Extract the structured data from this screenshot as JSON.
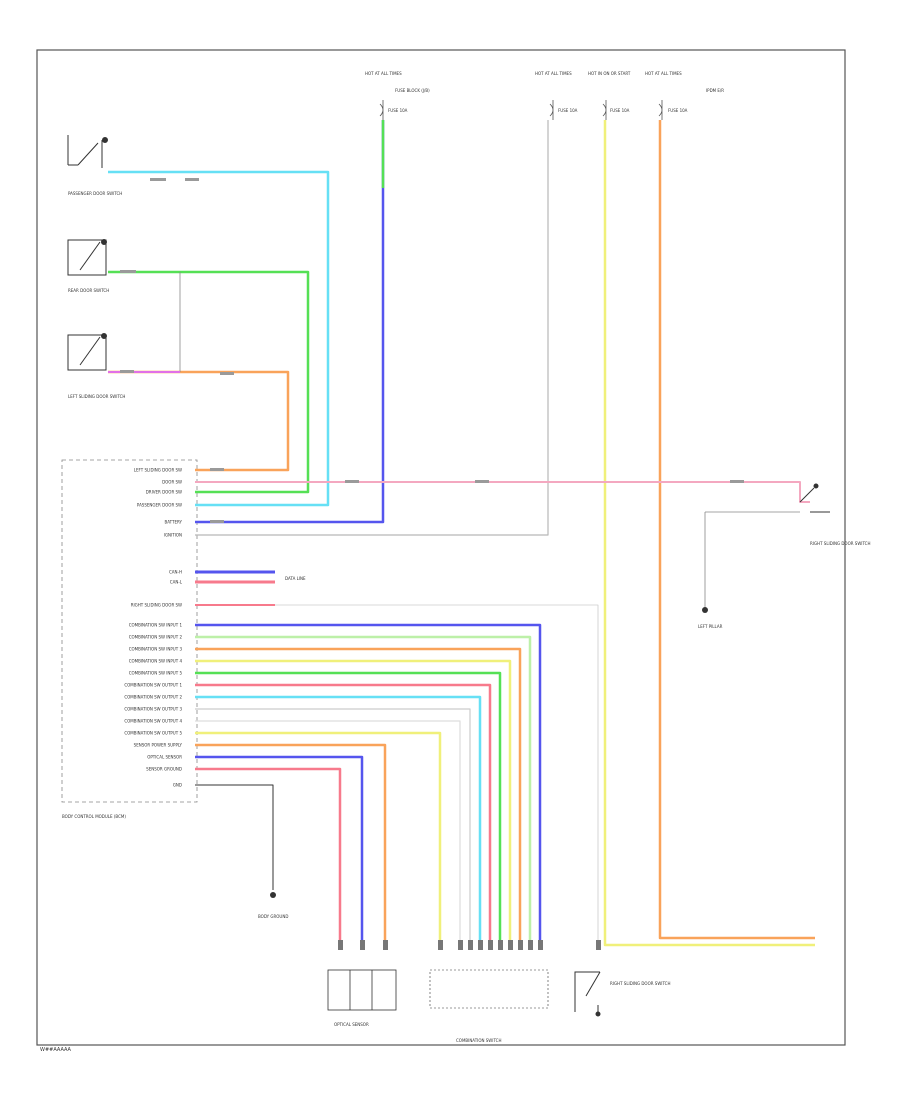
{
  "page_code": "W##AAAAA",
  "colors": {
    "cyan": "#66e0f5",
    "green": "#55e055",
    "orange": "#f9a35a",
    "blue": "#5555ee",
    "red": "#f77a8c",
    "pink": "#f4a8c0",
    "yellow": "#f0f07a",
    "light_green": "#bdf0a8",
    "purple": "#c67ae8",
    "magenta": "#e070e8",
    "gray": "#b8b8b8",
    "frame": "#555555"
  },
  "components": {
    "bcm": {
      "name": "BODY CONTROL MODULE (BCM)",
      "pins": [
        "LEFT SLIDING DOOR SW",
        "DOOR SW",
        "DRIVER DOOR SW",
        "PASSENGER DOOR SW",
        "BATTERY",
        "IGNITION",
        "CAN-H",
        "CAN-L",
        "RIGHT SLIDING DOOR SW",
        "COMBINATION SW INPUT 1",
        "COMBINATION SW INPUT 2",
        "COMBINATION SW INPUT 3",
        "COMBINATION SW INPUT 4",
        "COMBINATION SW INPUT 5",
        "COMBINATION SW OUTPUT 1",
        "COMBINATION SW OUTPUT 2",
        "COMBINATION SW OUTPUT 3",
        "COMBINATION SW OUTPUT 4",
        "COMBINATION SW OUTPUT 5",
        "SENSOR POWER SUPPLY",
        "OPTICAL SENSOR",
        "SENSOR GROUND",
        "GND"
      ]
    },
    "passenger_switch": "PASSENGER DOOR SWITCH",
    "rear_switch": "REAR DOOR SWITCH",
    "left_switch": "LEFT SLIDING DOOR SWITCH",
    "right_switch": "RIGHT SLIDING DOOR SWITCH",
    "optical_sensor": "OPTICAL SENSOR",
    "combination_switch": "COMBINATION SWITCH",
    "right_sensor": "RIGHT SLIDING DOOR SWITCH",
    "ground_right": "LEFT PILLAR",
    "ground_bcm": "BODY GROUND",
    "data_line": "DATA LINE",
    "fuses": [
      {
        "title": "HOT AT ALL TIMES",
        "fuse": "FUSE 10A"
      },
      {
        "title": "HOT AT ALL TIMES",
        "fuse": "FUSE 10A"
      },
      {
        "title": "HOT IN ON OR START",
        "fuse": "FUSE 10A"
      },
      {
        "title": "HOT AT ALL TIMES",
        "fuse": "FUSE 10A"
      }
    ],
    "top_note": "FUSE BLOCK (J/B)",
    "right_note": "IPDM E/R"
  }
}
